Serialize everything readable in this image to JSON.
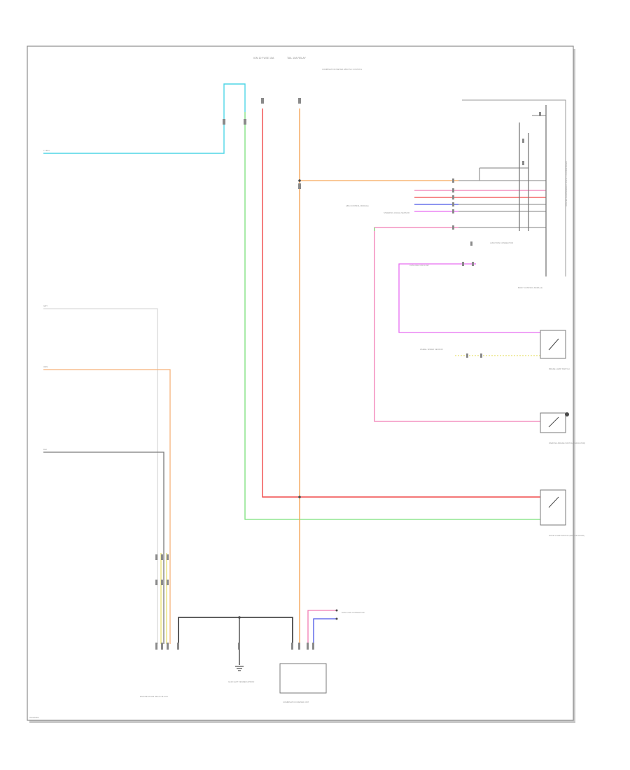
{
  "diagram": {
    "footer_code": "W1000000",
    "colors": {
      "frame": "#8c8c8c",
      "shadow": "#c8c8c8",
      "cyan": "#4fd6e6",
      "green": "#7be07b",
      "red": "#f04848",
      "orange": "#f6a65a",
      "pink": "#f07cb4",
      "magenta": "#e66cf0",
      "blue": "#4a56e6",
      "gray": "#7a7a7a",
      "dark": "#4a4a4a",
      "yellow": "#e8e070",
      "lightgray": "#c9c9c9"
    },
    "labels": {
      "top_left_fuse": "IGN 10 FUSE 15A",
      "top_mid_fuse": "TAIL 10A RELAY",
      "fuse_note": "COMBINATION METER ABS/VSC CONTROL",
      "left_wire_1": "LT BLU",
      "left_wire_2": "GRY",
      "left_wire_3": "ORN",
      "left_wire_4": "BLK",
      "instrument_cluster": "INSTRUMENT CLUSTER (COMBINATION METER)",
      "body_ecu": "BODY CONTROL MODULE",
      "abs_module": "ABS CONTROL MODULE",
      "steering_sensor": "STEERING ANGLE SENSOR",
      "brake_switch": "BRAKE LAMP SWITCH",
      "parking_brake": "PARKING BRAKE SWITCH (INDICATOR)",
      "door_switch": "DOOR LAMP SWITCH (DRIVER DOOR)",
      "assembly": "ENGINE ROOM RELAY BLOCK",
      "ground_label": "G102 LEFT FENDER APRON",
      "can_label": "CAN HIGH CAN LOW",
      "data_link": "DATA LINK CONNECTOR",
      "combination_meter": "COMBINATION METER UNIT",
      "wheel_speed": "WHEEL SPEED SENSOR",
      "junction": "JUNCTION CONNECTOR"
    }
  }
}
